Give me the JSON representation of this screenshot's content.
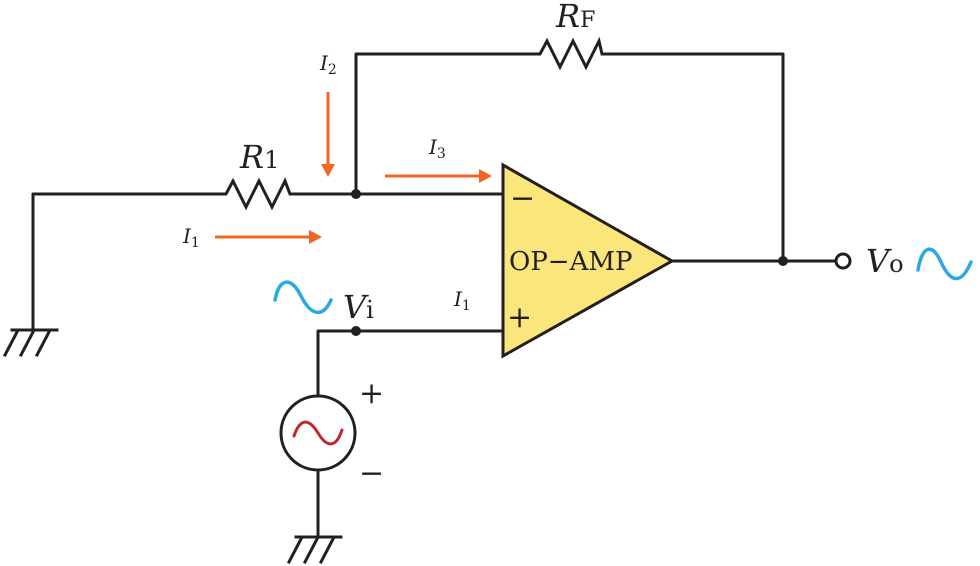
{
  "labels": {
    "rf": {
      "main": "R",
      "sub": "F"
    },
    "r1": {
      "main": "R",
      "sub": "1"
    },
    "i2": {
      "main": "I",
      "sub": "2"
    },
    "i3": {
      "main": "I",
      "sub": "3"
    },
    "i1_left": {
      "main": "I",
      "sub": "1"
    },
    "i1_right": {
      "main": "I",
      "sub": "1"
    },
    "vi": {
      "main": "V",
      "sub": "i"
    },
    "vo": {
      "main": "V",
      "sub": "o"
    },
    "opamp": "OP−AMP",
    "inv_input": "−",
    "noninv_input": "+",
    "source_plus": "+",
    "source_minus": "−"
  },
  "colors": {
    "wire": "#231f20",
    "opamp_fill": "#fbe67c",
    "current_arrow": "#f26522",
    "signal_wave": "#29abe2",
    "source_wave": "#c1272d"
  }
}
